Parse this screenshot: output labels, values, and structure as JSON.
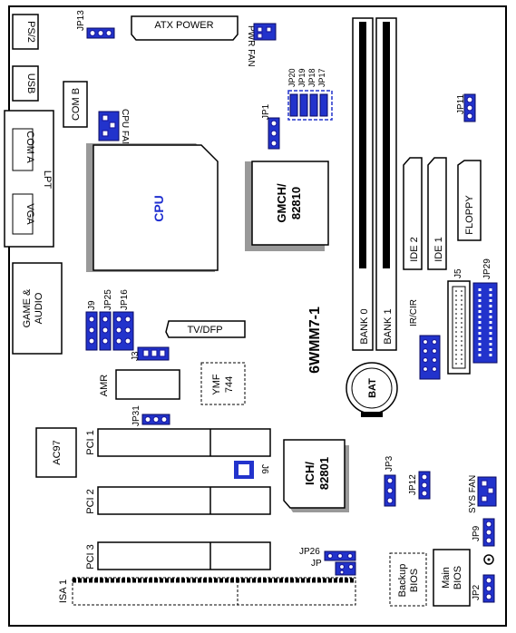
{
  "board": {
    "model": "6WMM7-1",
    "connectors": {
      "ps2": "PS/2",
      "usb": "USB",
      "com_a": "COM A",
      "com_b": "COM B",
      "lpt": "LPT",
      "vga": "VGA",
      "game_audio_1": "GAME &",
      "game_audio_2": "AUDIO",
      "atx_power": "ATX POWER",
      "pwr_fan": "PWR FAN",
      "cpu_fan": "CPU FAN",
      "sys_fan": "SYS FAN",
      "ide2": "IDE 2",
      "ide1": "IDE 1",
      "floppy": "FLOPPY",
      "bank0": "BANK 0",
      "bank1": "BANK 1",
      "tv_dfp": "TV/DFP",
      "amr": "AMR",
      "ir_cir": "IR/CIR",
      "pci1": "PCI 1",
      "pci2": "PCI 2",
      "pci3": "PCI 3",
      "isa1": "ISA 1"
    },
    "chips": {
      "cpu": "CPU",
      "gmch_1": "GMCH/",
      "gmch_2": "82810",
      "ich_1": "ICH/",
      "ich_2": "82801",
      "ymf_1": "YMF",
      "ymf_2": "744",
      "ac97": "AC97",
      "bat": "BAT",
      "backup_bios_1": "Backup",
      "backup_bios_2": "BIOS",
      "main_bios_1": "Main",
      "main_bios_2": "BIOS"
    },
    "jumpers": {
      "jp13": "JP13",
      "jp1": "JP1",
      "jp20": "JP20",
      "jp19": "JP19",
      "jp18": "JP18",
      "jp17": "JP17",
      "jp11": "JP11",
      "jp5": "J5",
      "jp29": "JP29",
      "j9": "J9",
      "jp25": "JP25",
      "jp16": "JP16",
      "j3": "J3",
      "jp31": "JP31",
      "j6": "J6",
      "jp3": "JP3",
      "jp12": "JP12",
      "jp9": "JP9",
      "jp26": "JP26",
      "jp_lone": "JP",
      "jp2": "JP2"
    }
  }
}
